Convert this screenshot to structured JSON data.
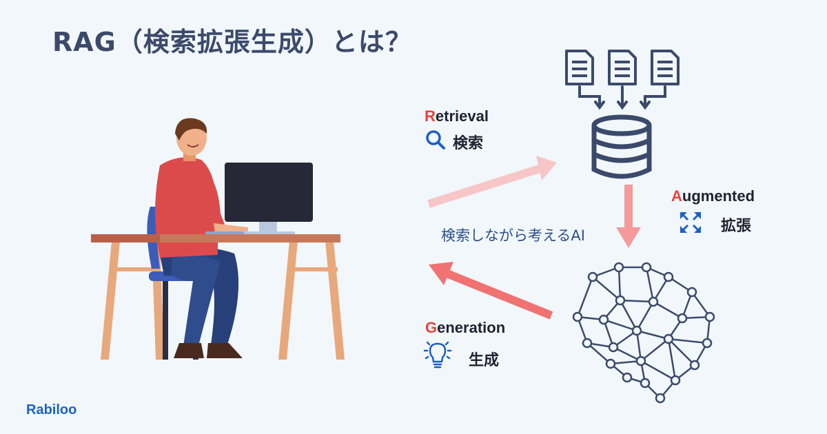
{
  "title": "RAG（検索拡張生成）とは？",
  "retrieval": {
    "first_letter": "R",
    "rest": "etrieval",
    "jp": "検索",
    "icon": "search-icon"
  },
  "augmented": {
    "first_letter": "A",
    "rest": "ugmented",
    "jp": "拡張",
    "icon": "expand-arrows-icon"
  },
  "generation": {
    "first_letter": "G",
    "rest": "eneration",
    "jp": "生成",
    "icon": "lightbulb-icon"
  },
  "caption": "検索しながら考えるAI",
  "brand": "Rabiloo",
  "colors": {
    "accent_red": "#e8423b",
    "navy": "#3b4a6b",
    "arrow_light": "#f7c6c6",
    "arrow_strong": "#f07272"
  }
}
